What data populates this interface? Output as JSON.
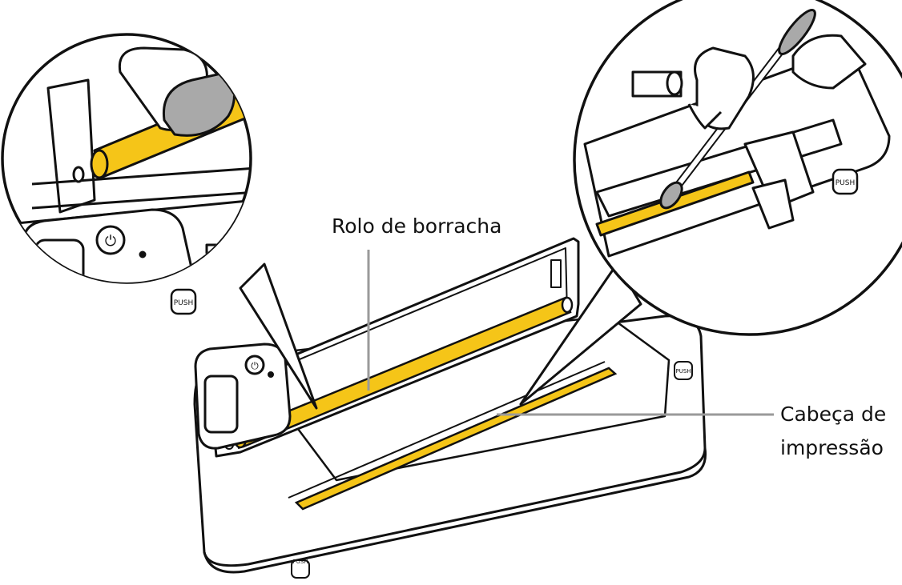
{
  "labels": {
    "rubber_roller": "Rolo de borracha",
    "print_head_line1": "Cabeça de",
    "print_head_line2": "impressão"
  },
  "buttons": {
    "push": "PUSH"
  },
  "colors": {
    "highlight": "#F5C518",
    "outline": "#111111",
    "leader_line": "#9a9a9a",
    "finger_fill": "#ffffff",
    "cloth_fill": "#a9a9a9"
  }
}
